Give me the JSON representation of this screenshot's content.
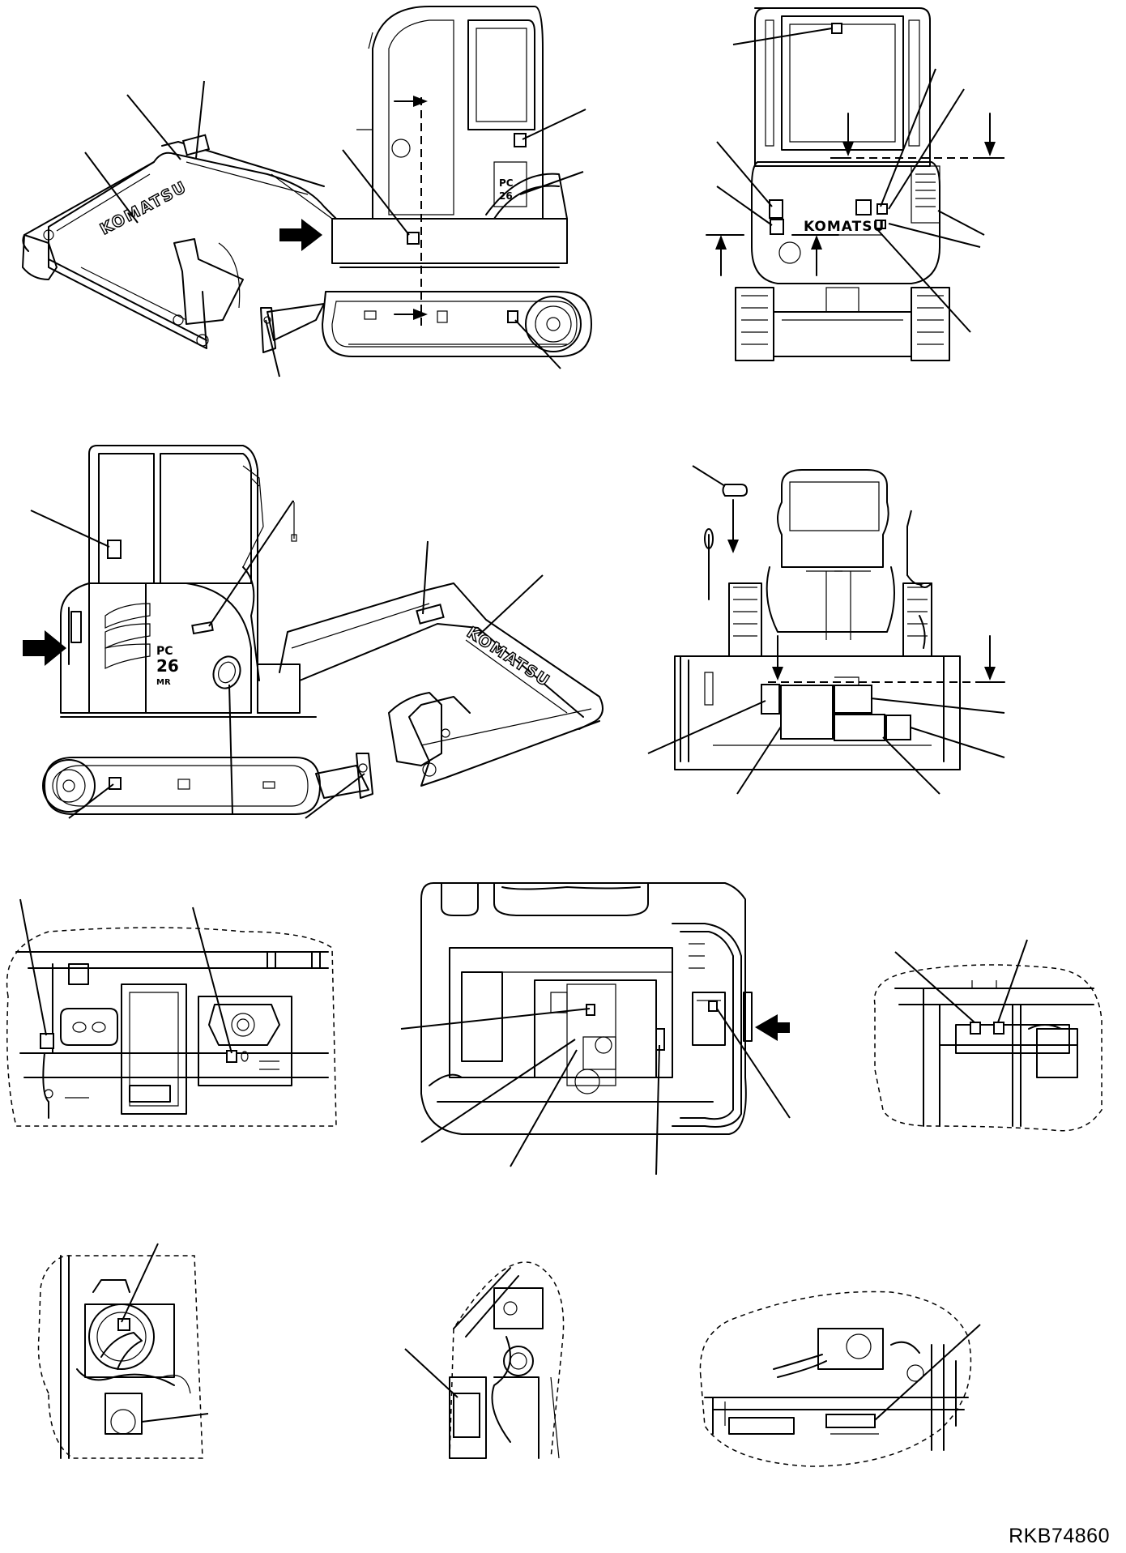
{
  "drawing_number": "RKB74860",
  "brand_marking": "KOMATSU",
  "model_marking": "PC 26 MR"
}
